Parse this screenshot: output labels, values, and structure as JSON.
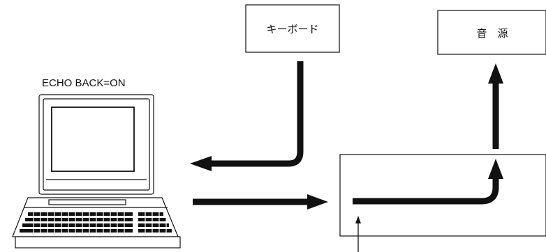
{
  "diagram": {
    "caption": "ECHO BACK=ON",
    "keyboard_label": "キーボード",
    "sound_source_label": "音　源"
  },
  "colors": {
    "line": "#111111",
    "background": "#ffffff"
  }
}
